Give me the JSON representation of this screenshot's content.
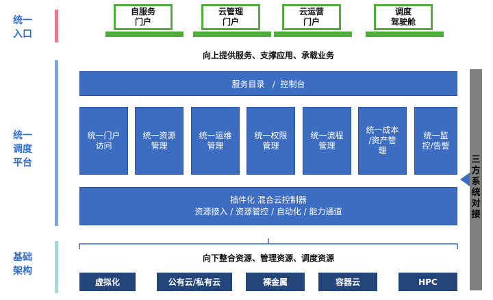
{
  "left_labels": {
    "entry": "统一\n入口",
    "platform": "统一\n调度\n平台",
    "infra": "基础\n架构"
  },
  "portals": [
    {
      "label": "自服务\n门户"
    },
    {
      "label": "云管理\n门户"
    },
    {
      "label": "云运营\n门户"
    },
    {
      "label": "调度\n驾驶舱"
    }
  ],
  "upward_caption": "向上提供服务、支撑应用、承载业务",
  "service_bar": "服务目录   /  控制台",
  "modules": [
    {
      "label": "统一门户\n访问"
    },
    {
      "label": "统一资源\n管理"
    },
    {
      "label": "统一运维\n管理"
    },
    {
      "label": "统一权限\n管理"
    },
    {
      "label": "统一流程\n管理"
    },
    {
      "label": "统一成本\n/资产管\n理"
    },
    {
      "label": "统一监\n控/告警"
    }
  ],
  "plugin_bar": {
    "line1": "插件化 混合云控制器",
    "line2": "资源接入 / 资源管控 / 自动化 / 能力通道"
  },
  "downward_caption": "向下整合资源、管理资源、调度资源",
  "infrastructure": [
    {
      "label": "虚拟化"
    },
    {
      "label": "公有云/私有云"
    },
    {
      "label": "裸金属"
    },
    {
      "label": "容器云"
    },
    {
      "label": "HPC"
    }
  ],
  "third_party": "三方系统对接",
  "colors": {
    "primary_blue": "#3d6dc1",
    "dark_blue": "#24457a",
    "monitor_green": "#4fae3a",
    "label_blue": "#2e6fd0",
    "gray": "#808080"
  }
}
